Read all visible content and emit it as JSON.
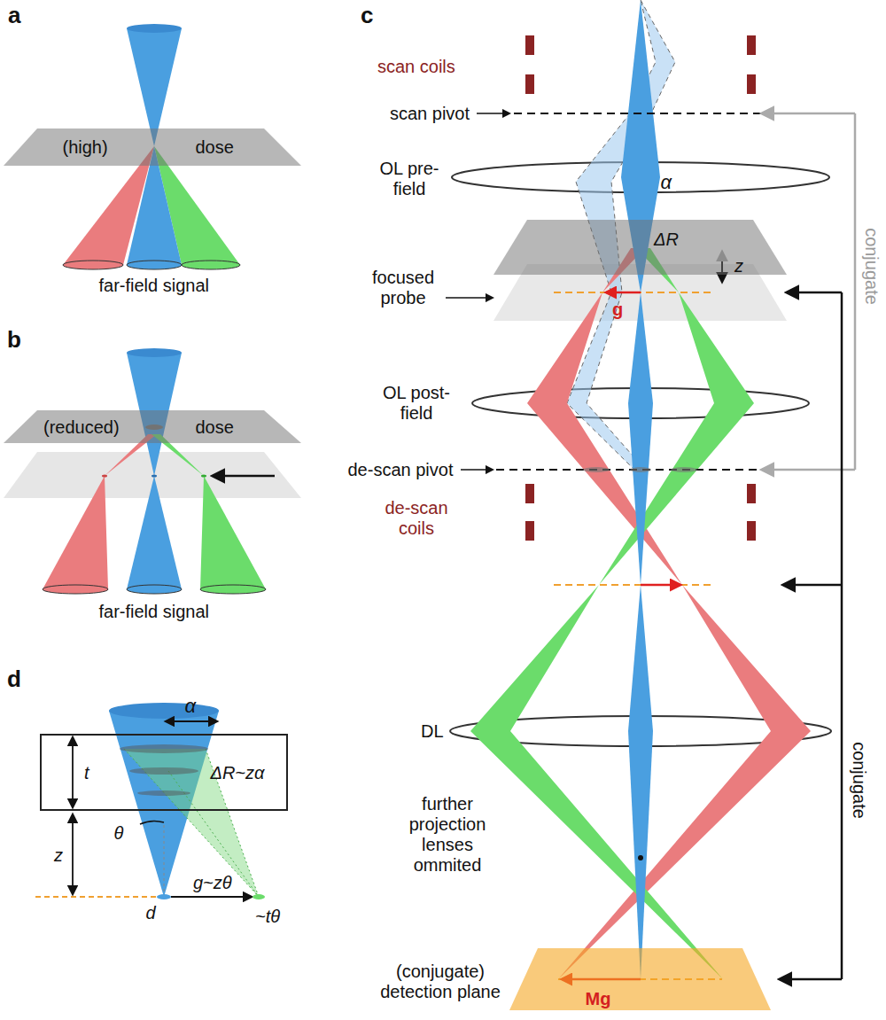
{
  "diagram": {
    "nodes": [
      {
        "text": [
          "(high)",
          "dose"
        ]
      },
      {
        "text": [
          "(reduced)",
          "dose"
        ]
      },
      {
        "text": [
          "ΔR"
        ]
      },
      {
        "text": [
          "Mg"
        ]
      },
      {
        "text": [
          "t",
          "ΔR~zα"
        ]
      }
    ],
    "labels": [
      "a",
      "far-field signal",
      "b",
      "far-field signal",
      "c",
      "scan coils",
      "scan pivot",
      "OL pre-field",
      "α",
      "z",
      "focused probe",
      "g",
      "OL post-field",
      "de-scan pivot",
      "de-scan coils",
      "conjugate",
      "conjugate",
      "DL",
      "further projection lenses ommited",
      "(conjugate) detection plane",
      "d",
      "α",
      "θ",
      "z",
      "d",
      "g~zθ",
      "~tθ"
    ]
  }
}
